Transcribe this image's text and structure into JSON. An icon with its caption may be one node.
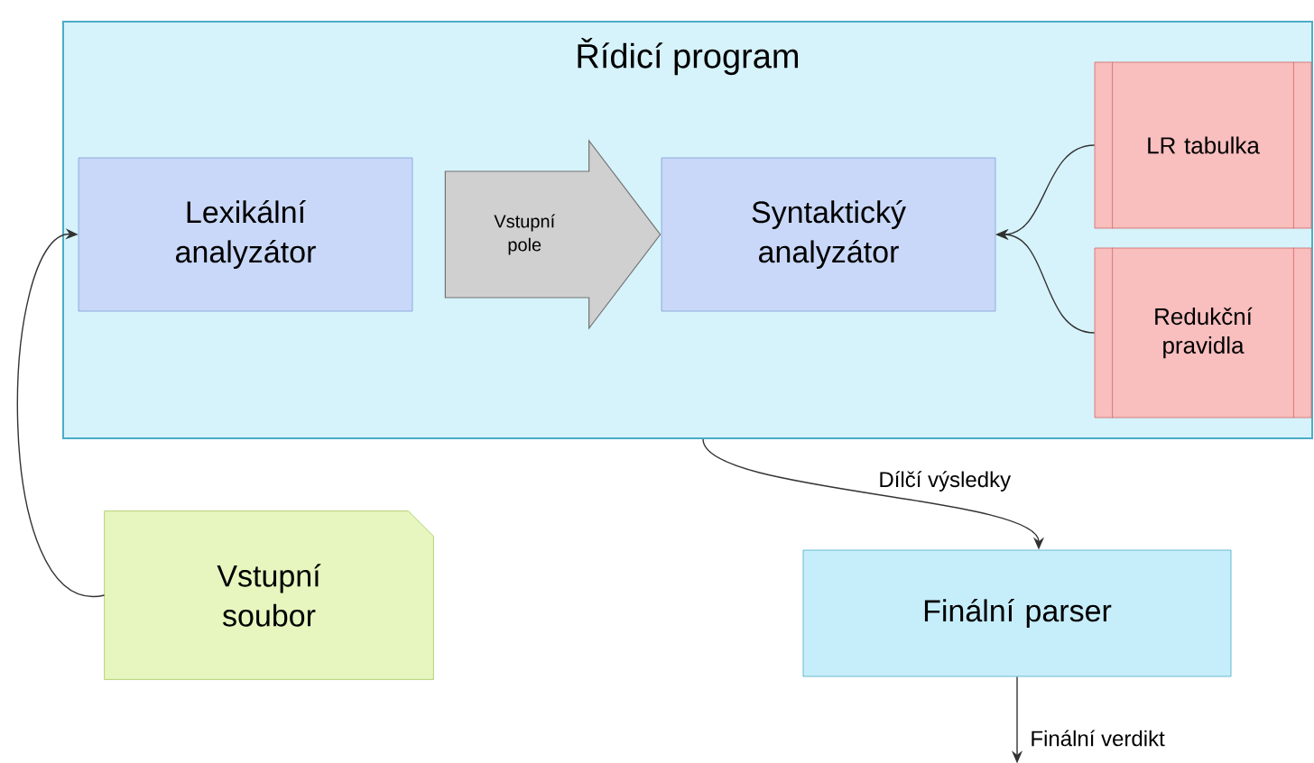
{
  "diagram": {
    "nodes": [
      {
        "text": [
          "Řídicí program"
        ]
      },
      {
        "text": [
          "Lexikální analyzátor"
        ],
        "in": 0
      },
      {
        "text": [
          "Syntaktický analyzátor"
        ],
        "in": 0
      },
      {
        "text": [
          "LR tabulka"
        ],
        "in": 0
      },
      {
        "text": [
          "Redukční pravidla"
        ],
        "in": 0
      },
      {
        "text": [
          "Vstupní soubor"
        ]
      },
      {
        "text": [
          "Finální parser"
        ]
      }
    ],
    "edges": [
      {
        "from": 5,
        "to": 1,
        "arrow": "to"
      },
      {
        "from": 1,
        "to": 2,
        "arrow": "to",
        "label": "Vstupní pole",
        "style": "thick",
        "color": "#d0d0d0"
      },
      {
        "from": 3,
        "to": 2,
        "arrow": "to"
      },
      {
        "from": 4,
        "to": 2,
        "arrow": "to"
      },
      {
        "from": 0,
        "to": 6,
        "arrow": "to",
        "label": "Dílčí výsledky"
      },
      {
        "from": 6,
        "to": null,
        "arrow": "to",
        "label": "Finální verdikt"
      }
    ]
  }
}
